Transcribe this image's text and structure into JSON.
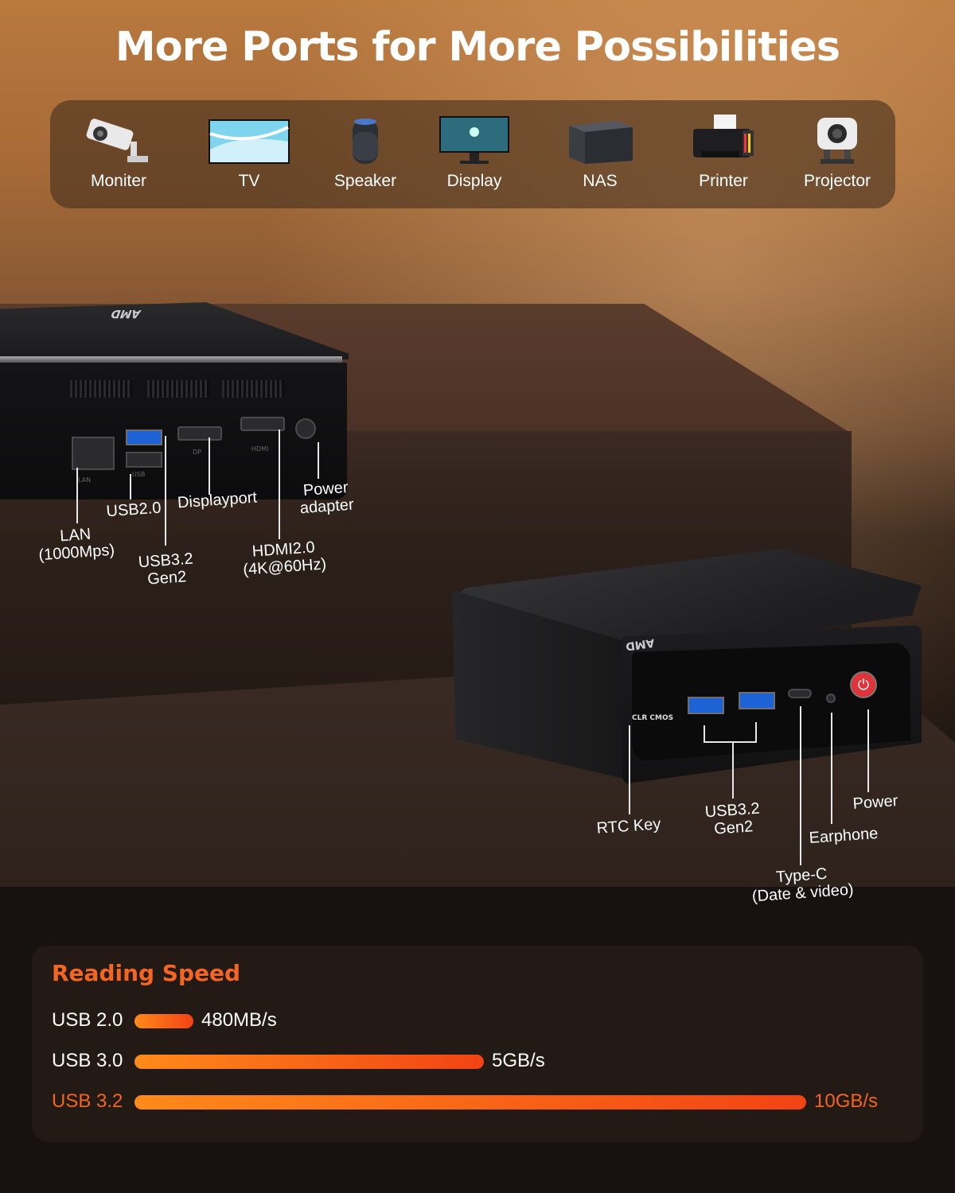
{
  "headline": "More Ports for More Possibilities",
  "devices": [
    {
      "label": "Moniter",
      "icon": "security-camera-icon"
    },
    {
      "label": "TV",
      "icon": "tv-icon"
    },
    {
      "label": "Speaker",
      "icon": "smart-speaker-icon"
    },
    {
      "label": "Display",
      "icon": "monitor-icon"
    },
    {
      "label": "NAS",
      "icon": "nas-icon"
    },
    {
      "label": "Printer",
      "icon": "printer-icon"
    },
    {
      "label": "Projector",
      "icon": "projector-icon"
    }
  ],
  "rear_ports": {
    "lan": "LAN\n(1000Mps)",
    "usb20": "USB2.0",
    "usb32": "USB3.2\nGen2",
    "displayport": "Displayport",
    "hdmi": "HDMI2.0\n(4K@60Hz)",
    "power": "Power\nadapter",
    "brand": "AMD",
    "lan_print": "LAN",
    "usb_print": "USB",
    "hdmi_print": "HDMI",
    "dp_print": "DP"
  },
  "front_ports": {
    "rtc": "RTC Key",
    "clr": "CLR CMOS",
    "usb32": "USB3.2\nGen2",
    "typec": "Type-C\n(Date & video)",
    "earphone": "Earphone",
    "power": "Power",
    "brand": "AMD"
  },
  "reading_speed": {
    "title": "Reading Speed",
    "rows": [
      {
        "name": "USB 2.0",
        "value": "480MB/s",
        "fill": 0.088,
        "highlight": false
      },
      {
        "name": "USB 3.0",
        "value": "5GB/s",
        "fill": 0.52,
        "highlight": false
      },
      {
        "name": "USB 3.2",
        "value": "10GB/s",
        "fill": 1.0,
        "highlight": true
      }
    ]
  },
  "colors": {
    "accent": "#f26522",
    "usb_blue": "#1e63d6",
    "power_red": "#e0343a"
  }
}
